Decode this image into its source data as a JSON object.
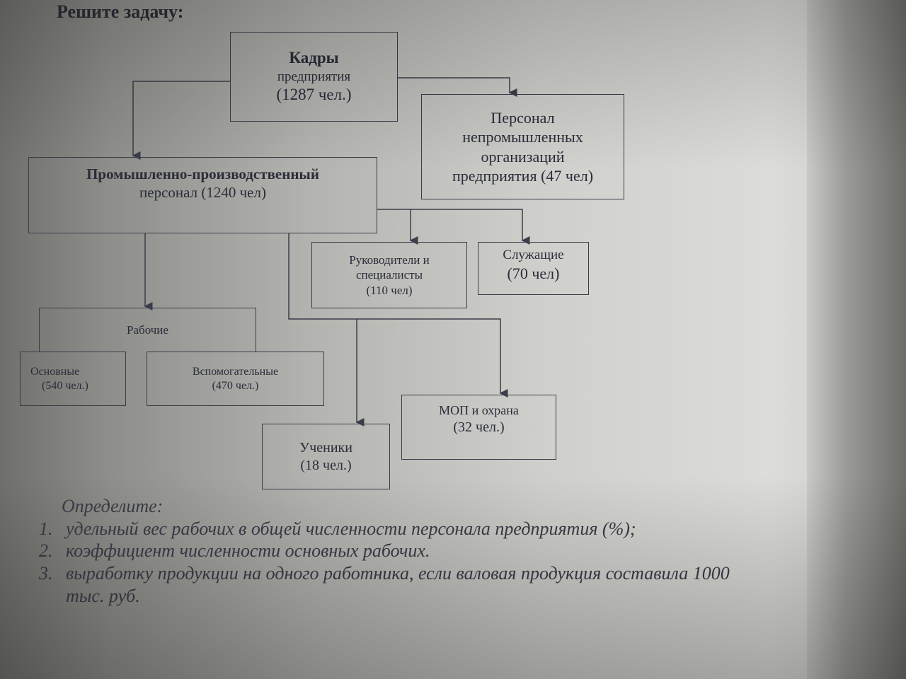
{
  "heading": "Решите задачу:",
  "diagram": {
    "kadry": {
      "l1": "Кадры",
      "l2": "предприятия",
      "l3": "(1287 чел.)"
    },
    "nonprom": {
      "l1": "Персонал",
      "l2": "непромышленных",
      "l3": "организаций",
      "l4": "предприятия (47 чел)"
    },
    "ppp": {
      "l1": "Промышленно-производственный",
      "l2": "персонал (1240 чел)"
    },
    "ruk": {
      "l1": "Руководители и",
      "l2": "специалисты",
      "l3": "(110 чел)"
    },
    "sluzh": {
      "l1": "Служащие",
      "l2": "(70 чел)"
    },
    "rabochie": {
      "l1": "Рабочие"
    },
    "osnov": {
      "l1": "Основные",
      "l2": "(540 чел.)"
    },
    "vspom": {
      "l1": "Вспомогательные",
      "l2": "(470 чел.)"
    },
    "uchen": {
      "l1": "Ученики",
      "l2": "(18 чел.)"
    },
    "mop": {
      "l1": "МОП и охрана",
      "l2": "(32 чел.)"
    }
  },
  "tasks": {
    "heading": "Определите:",
    "items": [
      {
        "n": "1.",
        "text": "удельный вес рабочих в общей численности персонала предприятия (%);"
      },
      {
        "n": "2.",
        "text": "коэффициент численности основных рабочих."
      },
      {
        "n": "3.",
        "text": "выработку продукции на одного работника, если валовая продукция составила 1000 тыс. руб."
      }
    ]
  }
}
